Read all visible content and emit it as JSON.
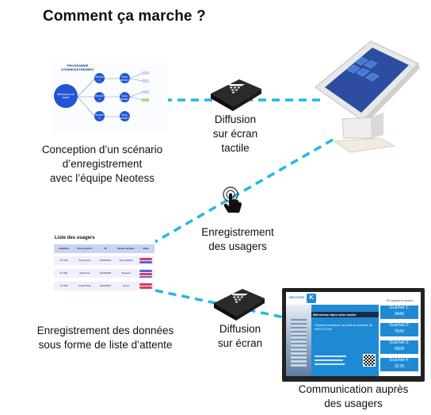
{
  "title": "Comment ça marche ?",
  "labels": {
    "scenario": [
      "Conception d’un scénario",
      "d’enregistrement",
      "avec l’équipe Neotess"
    ],
    "touch": [
      "Diffusion",
      "sur écran",
      "tactile"
    ],
    "register": [
      "Enregistrement",
      "des usagers"
    ],
    "data": [
      "Enregistrement des données",
      "sous forme de liste d’attente"
    ],
    "screen": [
      "Diffusion",
      "sur écran"
    ],
    "comm": [
      "Communication auprès",
      "des usagers"
    ]
  },
  "scenario_diagram": {
    "heading": [
      "PROGRAMME",
      "D’ENREGISTREMENT"
    ],
    "start_node": "Bienvenue à la mairie",
    "middle_nodes": [
      "Service 1",
      "Service 2",
      "Service 3"
    ],
    "right_nodes": [
      "Sous-service 1",
      "Sous-service 2",
      "Sous-service 3"
    ]
  },
  "waiting_list": {
    "title": "Liste des usagers",
    "headers": [
      "Identifiant",
      "Nom et prénom",
      "Tél",
      "Service demandé",
      "Statut"
    ],
    "rows": [
      [
        "XX 1000",
        "Dupont Jean",
        "0102030405",
        "Carte d’identité",
        ""
      ],
      [
        "XX 1001",
        "Martin Paul",
        "0102030406",
        "Passeport",
        ""
      ],
      [
        "XX 1002",
        "Durand Marie",
        "0102030407",
        "Permis",
        ""
      ]
    ],
    "status_colors": [
      "#d93c5a",
      "#5b63d6",
      "#d93c5a"
    ]
  },
  "display_screen": {
    "header_text": "En regarde le numéro:",
    "brand": "NEOTESS",
    "banner": "Bienvenue dans votre mairie",
    "info_text": "Horaires d’ouverture: du lundi au vendredi, de 9h00 à 17h00",
    "counters": [
      {
        "label": "Guichet 1:",
        "value": "3445"
      },
      {
        "label": "Guichet 2:",
        "value": "7539"
      },
      {
        "label": "Guichet 3:",
        "value": "5509"
      },
      {
        "label": "Guichet 4:",
        "value": "3175"
      }
    ]
  },
  "colors": {
    "connector": "#1fb8e8",
    "accent_blue": "#1f8ad4",
    "dark": "#1a1a1a",
    "kiosk_frame": "#ececec",
    "kiosk_screen": "#2d4ea0"
  }
}
